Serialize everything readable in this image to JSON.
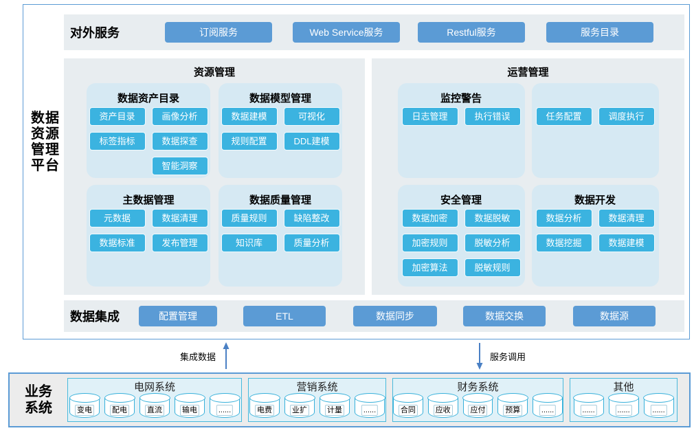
{
  "platform": {
    "side_label_lines": [
      "数据",
      "资源",
      "管理",
      "平台"
    ],
    "external": {
      "label": "对外服务",
      "buttons": [
        "订阅服务",
        "Web Service服务",
        "Restful服务",
        "服务目录"
      ]
    },
    "resource_panel": {
      "title": "资源管理",
      "groups": {
        "asset_catalog": {
          "title": "数据资产目录",
          "buttons": [
            "资产目录",
            "画像分析",
            "标签指标",
            "数据探查",
            "智能洞察"
          ]
        },
        "model_mgmt": {
          "title": "数据模型管理",
          "buttons": [
            "数据建模",
            "可视化",
            "规则配置",
            "DDL建模"
          ]
        },
        "master_data": {
          "title": "主数据管理",
          "buttons": [
            "元数据",
            "数据清理",
            "数据标准",
            "发布管理"
          ]
        },
        "quality_mgmt": {
          "title": "数据质量管理",
          "buttons": [
            "质量规则",
            "缺陷整改",
            "知识库",
            "质量分析"
          ]
        }
      }
    },
    "operation_panel": {
      "title": "运营管理",
      "groups": {
        "monitor": {
          "title": "监控警告",
          "buttons": [
            "日志管理",
            "执行错误"
          ]
        },
        "schedule": {
          "title": "",
          "buttons": [
            "任务配置",
            "调度执行"
          ]
        },
        "security": {
          "title": "安全管理",
          "buttons": [
            "数据加密",
            "数据脱敏",
            "加密规则",
            "脱敏分析",
            "加密算法",
            "脱敏规则"
          ]
        },
        "development": {
          "title": "数据开发",
          "buttons": [
            "数据分析",
            "数据清理",
            "数据挖掘",
            "数据建模"
          ]
        }
      }
    },
    "integration": {
      "label": "数据集成",
      "buttons": [
        "配置管理",
        "ETL",
        "数据同步",
        "数据交换",
        "数据源"
      ]
    }
  },
  "flows": {
    "up": {
      "label": "集成数据",
      "direction": "up"
    },
    "down": {
      "label": "服务调用",
      "direction": "down"
    }
  },
  "business": {
    "label_lines": [
      "业务",
      "系统"
    ],
    "systems": [
      {
        "title": "电网系统",
        "databases": [
          "变电",
          "配电",
          "直流",
          "输电",
          "......"
        ]
      },
      {
        "title": "营销系统",
        "databases": [
          "电费",
          "业扩",
          "计量",
          "......"
        ]
      },
      {
        "title": "财务系统",
        "databases": [
          "合同",
          "应收",
          "应付",
          "预算",
          "......"
        ]
      },
      {
        "title": "其他",
        "databases": [
          "......",
          "......",
          "......"
        ]
      }
    ]
  },
  "colors": {
    "steel_blue": "#5b9bd5",
    "cyan_button": "#3bb3e0",
    "card_bg": "#d6e9f3",
    "panel_bg": "#e8edf0",
    "platform_border": "#5b9bd5",
    "system_border": "#47b9dc",
    "arrow": "#4a80c4"
  }
}
